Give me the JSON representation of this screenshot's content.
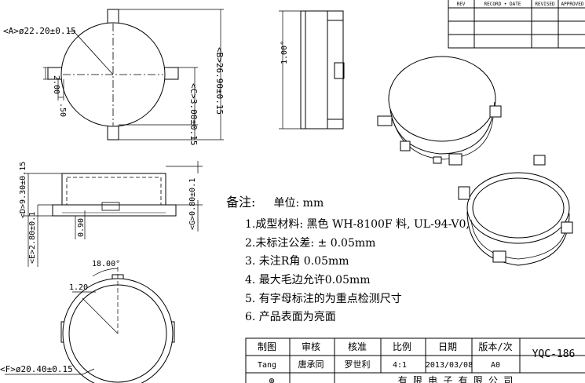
{
  "revision_table": {
    "headers": [
      "REV",
      "RECORD • DATE",
      "REVISED",
      "APPROVED"
    ]
  },
  "dimensions": {
    "top_view_dia": "<A>ø22.20±0.15",
    "tab_width": "2.00",
    "tab_depth": ".50",
    "overall_height": "<B>26.90±0.15",
    "tab_offset": "<C>3.00±0.15",
    "side_angle": "1.00°",
    "front_height": "<D>9.30±0.15",
    "front_inner": "<E>2.80±0.1",
    "wall_thickness": "0.90",
    "slot_height": "<G>0.80±0.1",
    "angle": "18.00°",
    "chamfer": "1.20",
    "bottom_dia": "<F>ø20.40±0.15"
  },
  "notes": {
    "title": "备注:",
    "unit": "单位: mm",
    "items": [
      "1.成型材料: 黑色 WH-8100F 料, UL-94-V0,",
      "2.未标注公差:  ± 0.05mm",
      "3. 未注R角 0.05mm",
      "4. 最大毛边允许0.05mm",
      "5. 有字母标注的为重点检测尺寸",
      "6. 产品表面为亮面"
    ]
  },
  "title_block": {
    "headers": [
      "制图",
      "审核",
      "核准",
      "比例",
      "日期",
      "版本/次"
    ],
    "values": [
      "Tang",
      "唐承同",
      "罗世利",
      "4:1",
      "2013/03/08",
      "A0"
    ],
    "part_no": "YQC-186",
    "company": "有 限 电 子 有 限 公 司"
  }
}
